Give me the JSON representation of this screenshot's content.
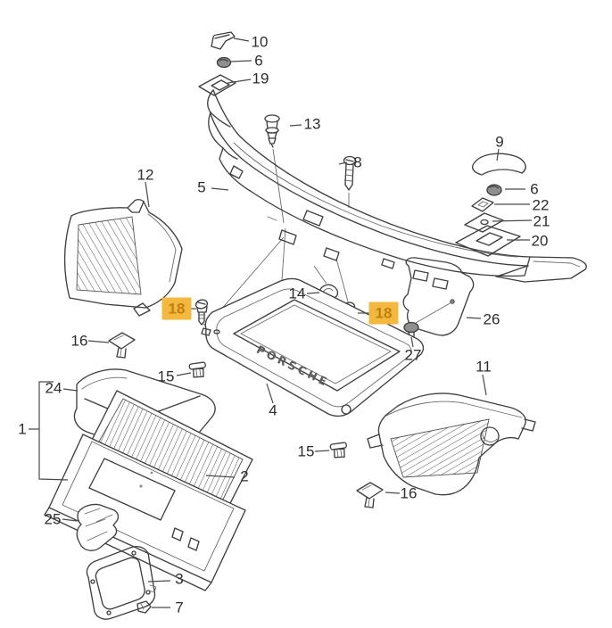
{
  "figure": {
    "type": "exploded-parts-diagram",
    "brand_text": "PORSCHE"
  },
  "colors": {
    "background": "#FFFFFF",
    "line": "#3F3F3F",
    "label": "#2D2D2D",
    "highlight_bg": "#F3B93E",
    "highlight_text": "#C07F0F"
  },
  "callouts": [
    {
      "text": "10"
    },
    {
      "text": "6"
    },
    {
      "text": "19"
    },
    {
      "text": "13"
    },
    {
      "text": "8"
    },
    {
      "text": "5"
    },
    {
      "text": "12"
    },
    {
      "text": "9"
    },
    {
      "text": "6"
    },
    {
      "text": "22"
    },
    {
      "text": "21"
    },
    {
      "text": "20"
    },
    {
      "text": "14"
    },
    {
      "text": "18",
      "highlighted": true
    },
    {
      "text": "18",
      "highlighted": true
    },
    {
      "text": "26"
    },
    {
      "text": "27"
    },
    {
      "text": "16"
    },
    {
      "text": "15"
    },
    {
      "text": "24"
    },
    {
      "text": "1"
    },
    {
      "text": "4"
    },
    {
      "text": "11"
    },
    {
      "text": "2"
    },
    {
      "text": "15"
    },
    {
      "text": "25"
    },
    {
      "text": "16"
    },
    {
      "text": "3"
    },
    {
      "text": "7"
    }
  ]
}
